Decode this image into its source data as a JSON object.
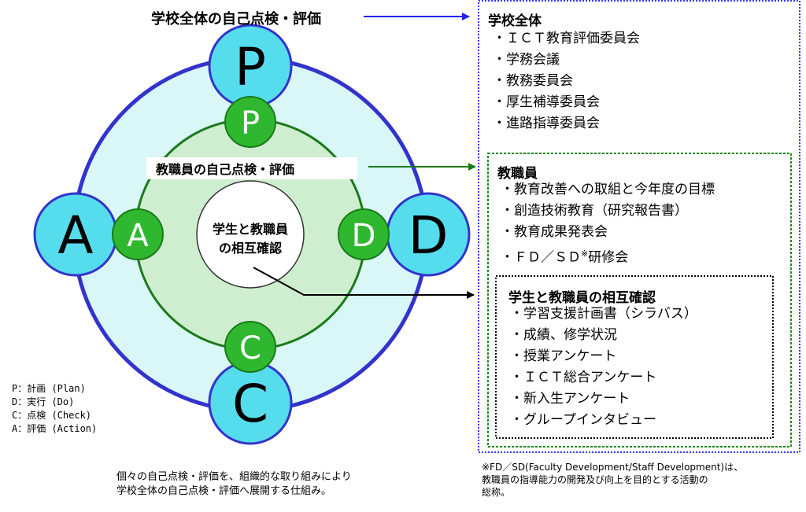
{
  "diagram": {
    "outer_title": "学校全体の自己点検・評価",
    "middle_title": "教職員の自己点検・評価",
    "center_text": [
      "学生と教職員",
      "の相互確認"
    ],
    "outer_letters": {
      "top": "P",
      "right": "D",
      "bottom": "C",
      "left": "A"
    },
    "inner_letters": {
      "top": "P",
      "right": "D",
      "bottom": "C",
      "left": "A"
    }
  },
  "legend": [
    "P：計画 (Plan)",
    "D：実行 (Do)",
    "C：点検 (Check)",
    "A：評価 (Action)"
  ],
  "caption": [
    "個々の自己点検・評価を、組織的な取り組みにより",
    "学校全体の自己点検・評価へ展開する仕組み。"
  ],
  "school_box": {
    "title": "学校全体",
    "items": [
      "・ＩＣＴ教育評価委員会",
      "・学務会議",
      "・教務委員会",
      "・厚生補導委員会",
      "・進路指導委員会"
    ]
  },
  "staff_box": {
    "title": "教職員",
    "items": [
      "・教育改善への取組と今年度の目標",
      "・創造技術教育（研究報告書）",
      "・教育成果発表会"
    ],
    "fdsd_item": {
      "prefix": "・ＦＤ／ＳＤ",
      "mark": "※",
      "suffix": "研修会"
    }
  },
  "mutual_box": {
    "title": "学生と教職員の相互確認",
    "items": [
      "・学習支援計画書（シラバス）",
      "・成績、修学状況",
      "・授業アンケート",
      "・ＩＣＴ総合アンケート",
      "・新入生アンケート",
      "・グループインタビュー"
    ]
  },
  "footnote": [
    "※FD／SD(Faculty Development/Staff Development)は、",
    "教職員の指導能力の開発及び向上を目的とする活動の",
    "総称。"
  ],
  "colors": {
    "outer_ring": "#3333cc",
    "outer_fill": "#d9f7f7",
    "inner_ring": "#1a7a1a",
    "inner_fill": "#cfeecf",
    "outer_badge": "#55ddee",
    "inner_badge": "#2fb82f",
    "school_border": "#3333ff",
    "staff_border": "#1a8a1a"
  }
}
